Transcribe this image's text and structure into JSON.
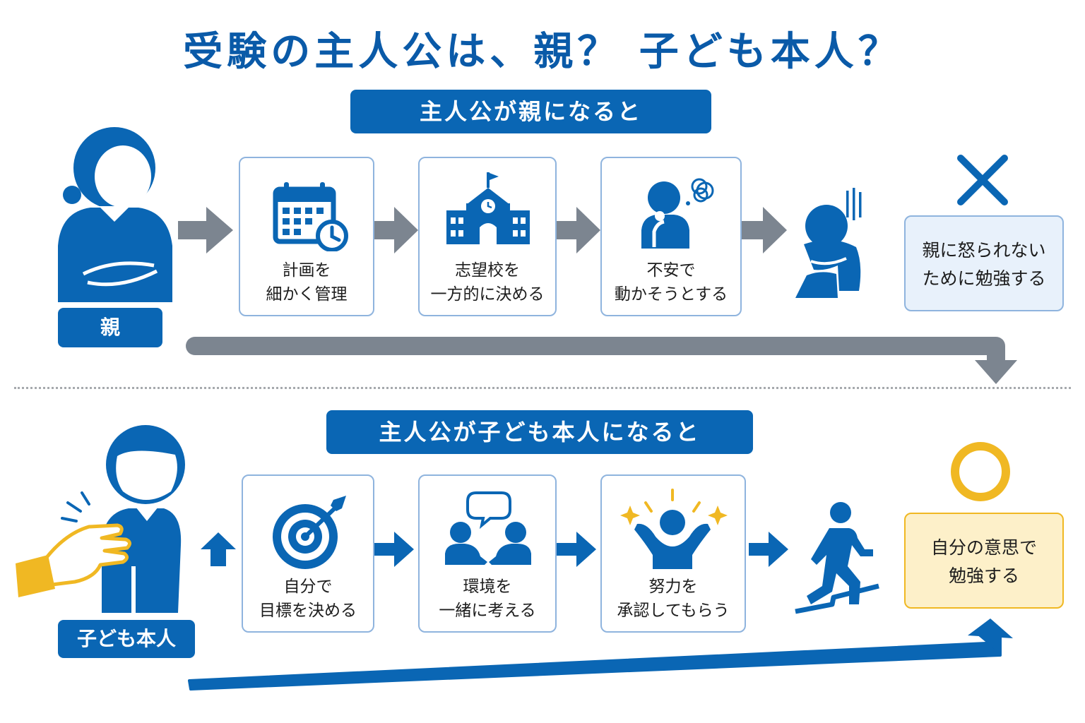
{
  "title": "受験の主人公は、親？ 子ども本人？",
  "top": {
    "banner": "主人公が親になると",
    "person_label": "親",
    "steps": [
      {
        "icon": "calendar-clock-icon",
        "line1": "計画を",
        "line2": "細かく管理"
      },
      {
        "icon": "school-building-icon",
        "line1": "志望校を",
        "line2": "一方的に決める"
      },
      {
        "icon": "anxious-person-icon",
        "line1": "不安で",
        "line2": "動かそうとする"
      }
    ],
    "result_line1": "親に怒られない",
    "result_line2": "ために勉強する",
    "result_mark": "cross-mark"
  },
  "bottom": {
    "banner": "主人公が子ども本人になると",
    "person_label": "子ども本人",
    "steps": [
      {
        "icon": "target-icon",
        "line1": "自分で",
        "line2": "目標を決める"
      },
      {
        "icon": "conversation-icon",
        "line1": "環境を",
        "line2": "一緒に考える"
      },
      {
        "icon": "celebrating-person-icon",
        "line1": "努力を",
        "line2": "承認してもらう"
      }
    ],
    "result_line1": "自分の意思で",
    "result_line2": "勉強する",
    "result_mark": "circle-mark"
  },
  "colors": {
    "primary": "#0a66b4",
    "gray_arrow": "#7c8590",
    "card_border": "#8fb4de",
    "good_fill": "#fdf0c9",
    "accent_yellow": "#f0b823"
  }
}
